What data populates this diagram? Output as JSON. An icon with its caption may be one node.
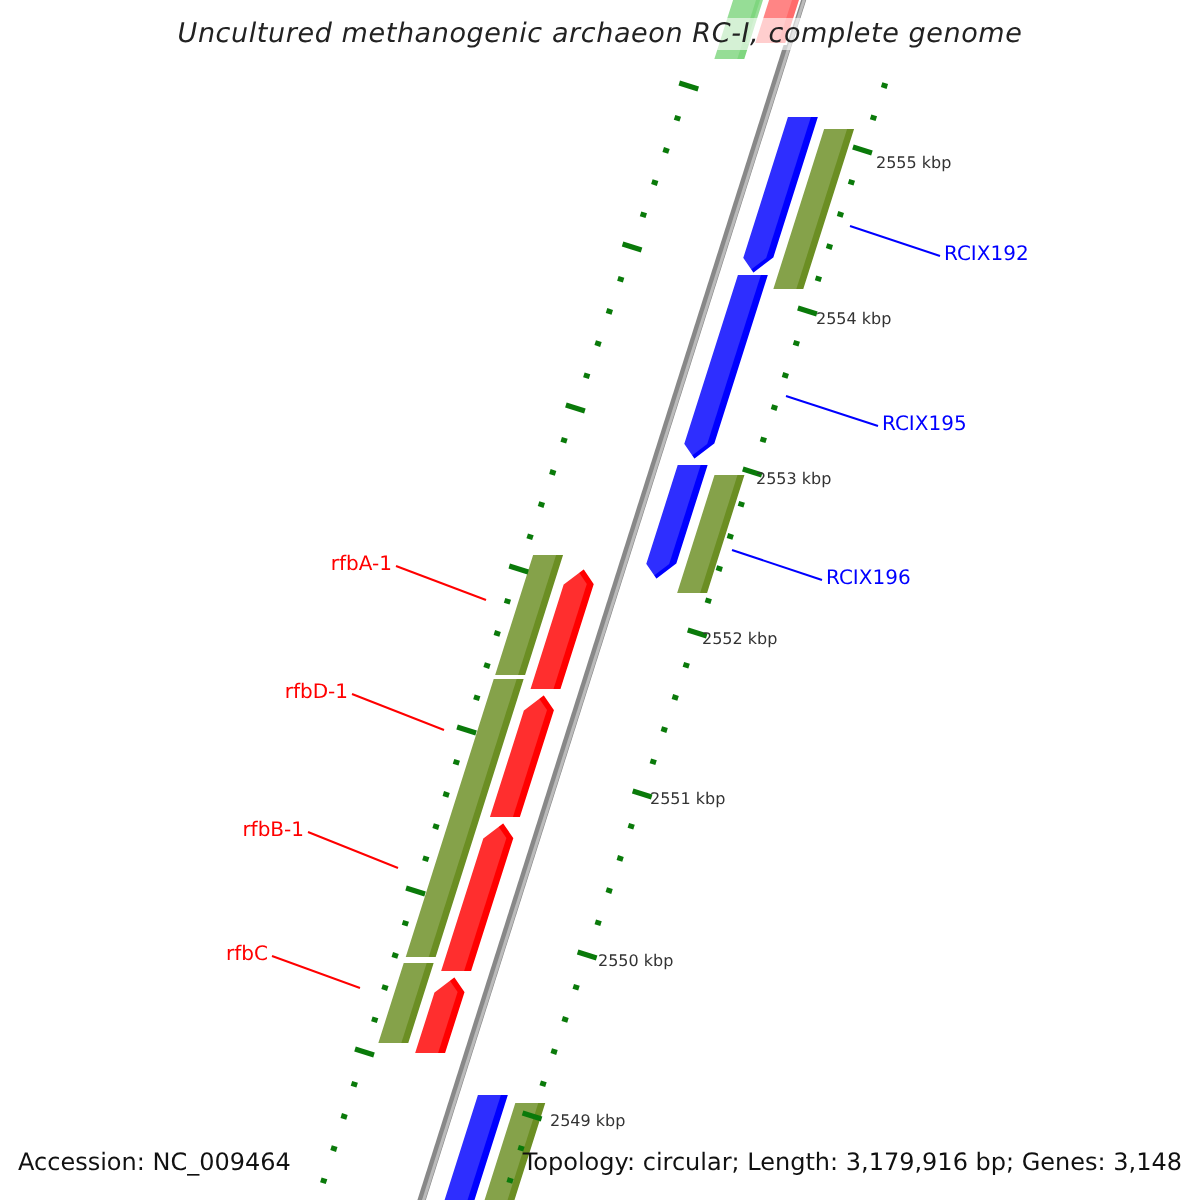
{
  "diagram": {
    "title": "Uncultured methanogenic archaeon RC-I, complete genome",
    "nodes": [
      {
        "text": [
          "RCIX192"
        ]
      },
      {
        "text": [
          "RCIX195"
        ]
      },
      {
        "text": [
          "RCIX196"
        ]
      },
      {
        "text": [
          "rfbA-1"
        ]
      },
      {
        "text": [
          "rfbD-1"
        ]
      },
      {
        "text": [
          "rfbB-1"
        ]
      },
      {
        "text": [
          "rfbC"
        ]
      }
    ],
    "edges": [
      {
        "from": 0,
        "to": null,
        "arrow": "none",
        "color": "#0000ff"
      },
      {
        "from": 1,
        "to": null,
        "arrow": "none",
        "color": "#0000ff"
      },
      {
        "from": 2,
        "to": null,
        "arrow": "none",
        "color": "#0000ff"
      },
      {
        "from": 3,
        "to": null,
        "arrow": "none"
      },
      {
        "from": 4,
        "to": null,
        "arrow": "none"
      },
      {
        "from": 5,
        "to": null,
        "arrow": "none"
      },
      {
        "from": 6,
        "to": null,
        "arrow": "none"
      }
    ],
    "labels": [
      "2555 kbp",
      "2554 kbp",
      "2553 kbp",
      "2552 kbp",
      "2551 kbp",
      "2550 kbp",
      "2549 kbp",
      "Accession: NC_009464",
      "Topology: circular; Length: 3,179,916 bp; Genes: 3,148"
    ]
  }
}
